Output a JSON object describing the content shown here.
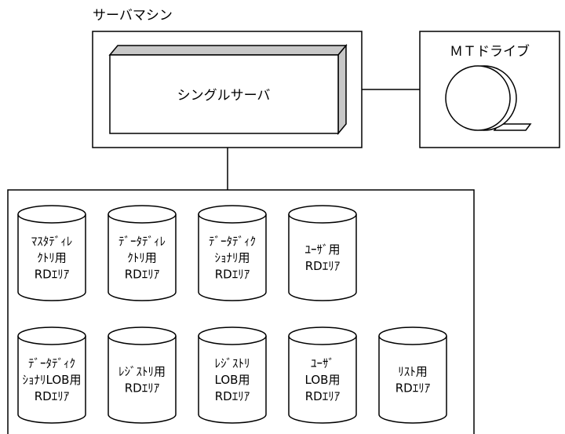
{
  "machine_label": "サーバマシン",
  "server_label": "シングルサーバ",
  "mt_label": "ＭＴドライブ",
  "rdareas": [
    {
      "lines": [
        "ﾏｽﾀﾃﾞｨﾚ",
        "ｸﾄﾘ用",
        "RDｴﾘｱ"
      ]
    },
    {
      "lines": [
        "ﾃﾞｰﾀﾃﾞｨﾚ",
        "ｸﾄﾘ用",
        "RDｴﾘｱ"
      ]
    },
    {
      "lines": [
        "ﾃﾞｰﾀﾃﾞｨｸ",
        "ｼｮﾅﾘ用",
        "RDｴﾘｱ"
      ]
    },
    {
      "lines": [
        "ﾕｰｻﾞ用",
        "RDｴﾘｱ"
      ]
    },
    {
      "lines": [
        "ﾃﾞｰﾀﾃﾞｨｸ",
        "ｼｮﾅﾘLOB用",
        "RDｴﾘｱ"
      ]
    },
    {
      "lines": [
        "ﾚｼﾞｽﾄﾘ用",
        "RDｴﾘｱ"
      ]
    },
    {
      "lines": [
        "ﾚｼﾞｽﾄﾘ",
        "LOB用",
        "RDｴﾘｱ"
      ]
    },
    {
      "lines": [
        "ﾕｰｻﾞ",
        "LOB用",
        "RDｴﾘｱ"
      ]
    },
    {
      "lines": [
        "ﾘｽﾄ用",
        "RDｴﾘｱ"
      ]
    }
  ]
}
